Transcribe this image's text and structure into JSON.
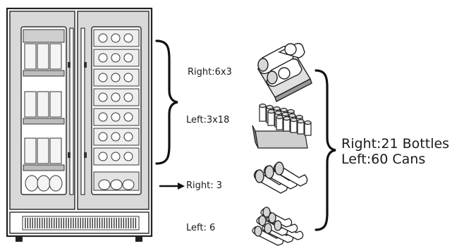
{
  "labels": {
    "right_rack": "Right:6x3",
    "left_rack": "Left:3x18",
    "right_bottom": "Right:  3",
    "left_bottom": "Left:    6",
    "total_right": "Right:21 Bottles",
    "total_left": "Left:60 Cans"
  },
  "icons": {
    "fridge": "dual-zone-beverage-fridge",
    "bottle_shelf": "bottle-shelf-rack",
    "can_rack": "can-rack",
    "bottle_stack": "bottle-stack",
    "arrow": "arrow-right",
    "brace": "curly-brace"
  }
}
